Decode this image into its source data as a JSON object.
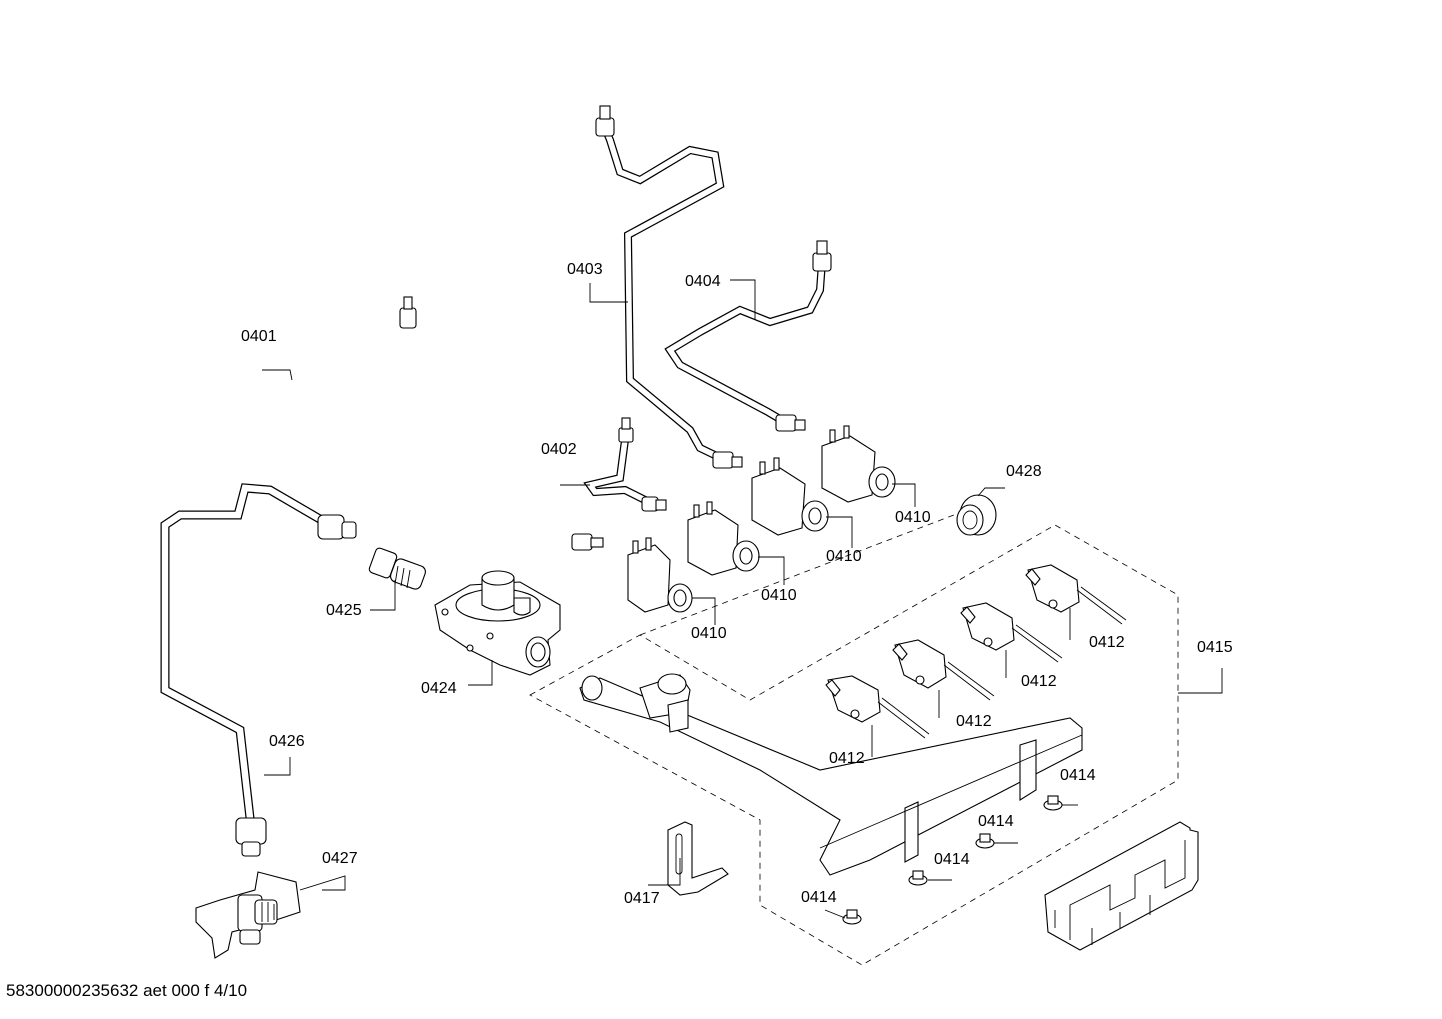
{
  "footer_code": "58300000235632 aet 000 f 4/10",
  "labels": [
    {
      "id": "lbl-0401",
      "text": "0401"
    },
    {
      "id": "lbl-0402",
      "text": "0402"
    },
    {
      "id": "lbl-0403",
      "text": "0403"
    },
    {
      "id": "lbl-0404",
      "text": "0404"
    },
    {
      "id": "lbl-0410-a",
      "text": "0410"
    },
    {
      "id": "lbl-0410-b",
      "text": "0410"
    },
    {
      "id": "lbl-0410-c",
      "text": "0410"
    },
    {
      "id": "lbl-0410-d",
      "text": "0410"
    },
    {
      "id": "lbl-0412-a",
      "text": "0412"
    },
    {
      "id": "lbl-0412-b",
      "text": "0412"
    },
    {
      "id": "lbl-0412-c",
      "text": "0412"
    },
    {
      "id": "lbl-0412-d",
      "text": "0412"
    },
    {
      "id": "lbl-0414-a",
      "text": "0414"
    },
    {
      "id": "lbl-0414-b",
      "text": "0414"
    },
    {
      "id": "lbl-0414-c",
      "text": "0414"
    },
    {
      "id": "lbl-0414-d",
      "text": "0414"
    },
    {
      "id": "lbl-0415",
      "text": "0415"
    },
    {
      "id": "lbl-0417",
      "text": "0417"
    },
    {
      "id": "lbl-0424",
      "text": "0424"
    },
    {
      "id": "lbl-0425",
      "text": "0425"
    },
    {
      "id": "lbl-0426",
      "text": "0426"
    },
    {
      "id": "lbl-0427",
      "text": "0427"
    },
    {
      "id": "lbl-0428",
      "text": "0428"
    }
  ]
}
